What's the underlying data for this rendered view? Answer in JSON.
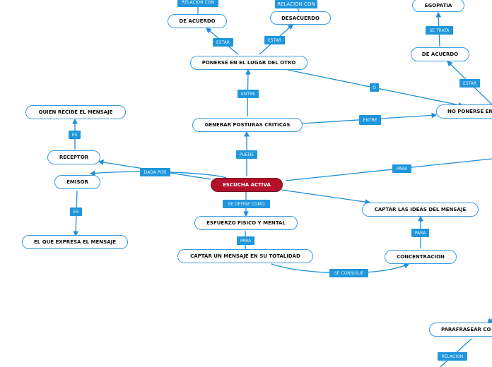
{
  "nodes": {
    "de_acuerdo_1": "DE ACUERDO",
    "desacuerdo": "DESACUERDO",
    "ponerse": "PONERSE EN EL LUGAR DEL OTRO",
    "egopatia": "EGOPATIA",
    "de_acuerdo_2": "DE ACUERDO",
    "no_ponerse": "NO PONERSE EN",
    "quien_recibe": "QUIEN RECIBE EL MENSAJE",
    "receptor": "RECEPTOR",
    "emisor": "EMISOR",
    "el_que_expresa": "EL QUE EXPRESA EL MENSAJE",
    "generar": "GENERAR POSTURAS CRITICAS",
    "escucha": "ESCUCHA ACTIVA",
    "esfuerzo": "ESFUERZO FISICO Y MENTAL",
    "captar_mensaje": "CAPTAR UN MENSAJE EN SU TOTALIDAD",
    "captar_ideas": "CAPTAR LAS IDEAS DEL MENSAJE",
    "concentracion": "CONCENTRACION",
    "parafrasear": "PARAFRASEAR CO"
  },
  "labels": {
    "relacion_con_1": "RELACION CON",
    "relacion_con_2": "RELACION CON",
    "estar_1": "ESTAR",
    "estar_2": "ESTAR",
    "entre_1": "ENTRE",
    "o": "O",
    "estar_3": "ESTAR",
    "se_trata": "SE TRATA",
    "entre_2": "ENTRE",
    "es_1": "ES",
    "dada_por": "DADA POR",
    "puede": "PUEDE",
    "para_1": "PARA",
    "se_define": "SE DEFINE COMO",
    "es_2": "ES",
    "para_2": "PARA",
    "para_3": "PARA",
    "se_consigue": "SE CONSIGUE",
    "relacion": "RELACION"
  },
  "colors": {
    "accent": "#1f96dc",
    "central": "#b5102a"
  }
}
